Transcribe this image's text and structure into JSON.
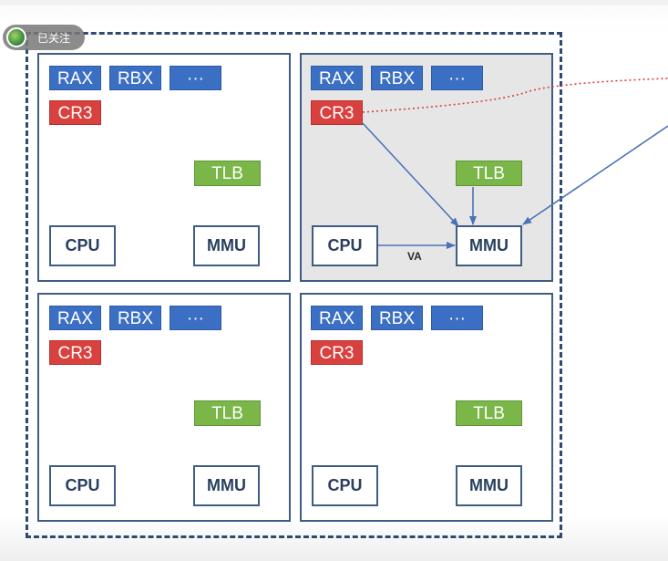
{
  "overlay": {
    "follow_label": "已关注"
  },
  "cores": [
    {
      "registers": {
        "rax": "RAX",
        "rbx": "RBX",
        "more": "···",
        "cr3": "CR3"
      },
      "tlb": "TLB",
      "cpu": "CPU",
      "mmu": "MMU"
    },
    {
      "registers": {
        "rax": "RAX",
        "rbx": "RBX",
        "more": "···",
        "cr3": "CR3"
      },
      "tlb": "TLB",
      "cpu": "CPU",
      "mmu": "MMU",
      "va_label": "VA"
    },
    {
      "registers": {
        "rax": "RAX",
        "rbx": "RBX",
        "more": "···",
        "cr3": "CR3"
      },
      "tlb": "TLB",
      "cpu": "CPU",
      "mmu": "MMU"
    },
    {
      "registers": {
        "rax": "RAX",
        "rbx": "RBX",
        "more": "···",
        "cr3": "CR3"
      },
      "tlb": "TLB",
      "cpu": "CPU",
      "mmu": "MMU"
    }
  ],
  "colors": {
    "register_blue": "#3b6fc4",
    "cr3_red": "#d9413f",
    "tlb_green": "#7ab648",
    "frame": "#3f5c82",
    "highlight_bg": "#e6e6e6"
  }
}
